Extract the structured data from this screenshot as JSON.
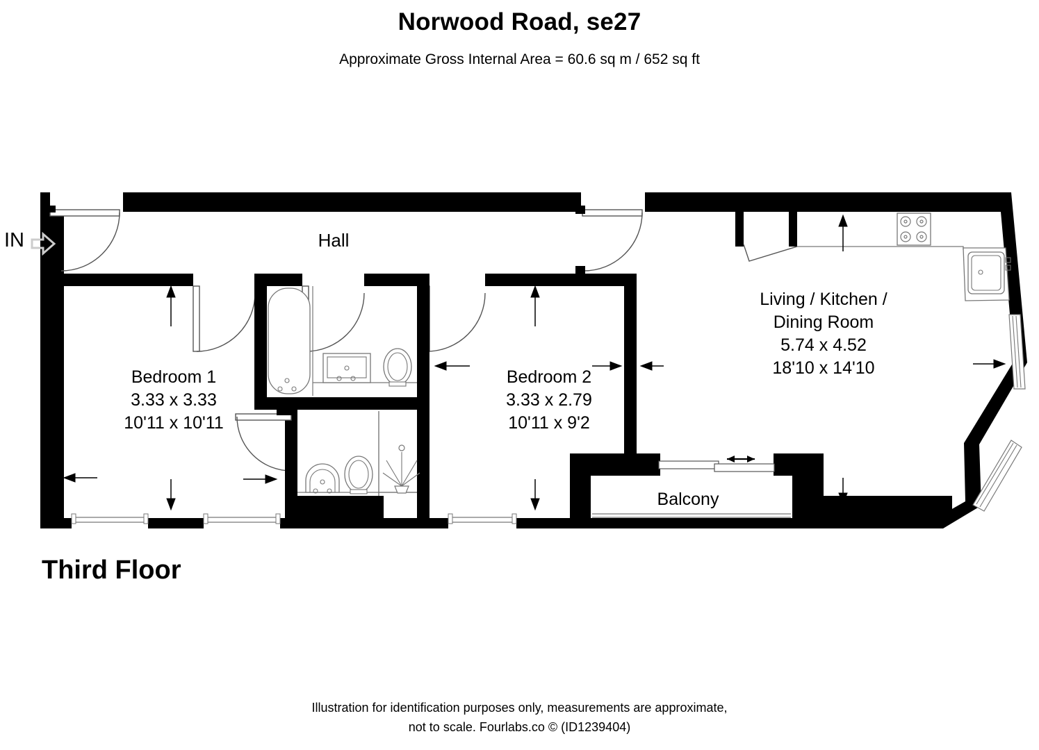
{
  "header": {
    "title": "Norwood Road, se27",
    "subtitle": "Approximate Gross Internal Area = 60.6 sq m / 652 sq ft"
  },
  "floor": {
    "label": "Third Floor"
  },
  "entry": {
    "label": "IN"
  },
  "rooms": [
    {
      "key": "bedroom1",
      "name": "Bedroom 1",
      "metric": "3.33 x 3.33",
      "imperial": "10'11 x 10'11"
    },
    {
      "key": "bedroom2",
      "name": "Bedroom 2",
      "metric": "3.33 x 2.79",
      "imperial": "10'11 x 9'2"
    },
    {
      "key": "living",
      "name_line1": "Living / Kitchen /",
      "name_line2": "Dining Room",
      "metric": "5.74 x 4.52",
      "imperial": "18'10 x 14'10"
    },
    {
      "key": "hall",
      "name": "Hall"
    },
    {
      "key": "balcony",
      "name": "Balcony"
    }
  ],
  "footer": {
    "line1": "Illustration for identification purposes only, measurements are approximate,",
    "line2": "not to scale. Fourlabs.co © (ID1239404)"
  },
  "colors": {
    "wall": "#000000",
    "background": "#ffffff",
    "line": "#000000",
    "fixture_stroke": "#8a8a8a",
    "in_arrow": "#cccccc"
  },
  "fixtures": [
    {
      "name": "bath",
      "room": "bathroom-1"
    },
    {
      "name": "washbasin-vanity",
      "room": "bathroom-1"
    },
    {
      "name": "toilet",
      "room": "bathroom-1"
    },
    {
      "name": "washbasin",
      "room": "bathroom-2"
    },
    {
      "name": "toilet",
      "room": "bathroom-2"
    },
    {
      "name": "shower",
      "room": "bathroom-2"
    },
    {
      "name": "hob",
      "room": "living"
    },
    {
      "name": "sink",
      "room": "living"
    }
  ]
}
